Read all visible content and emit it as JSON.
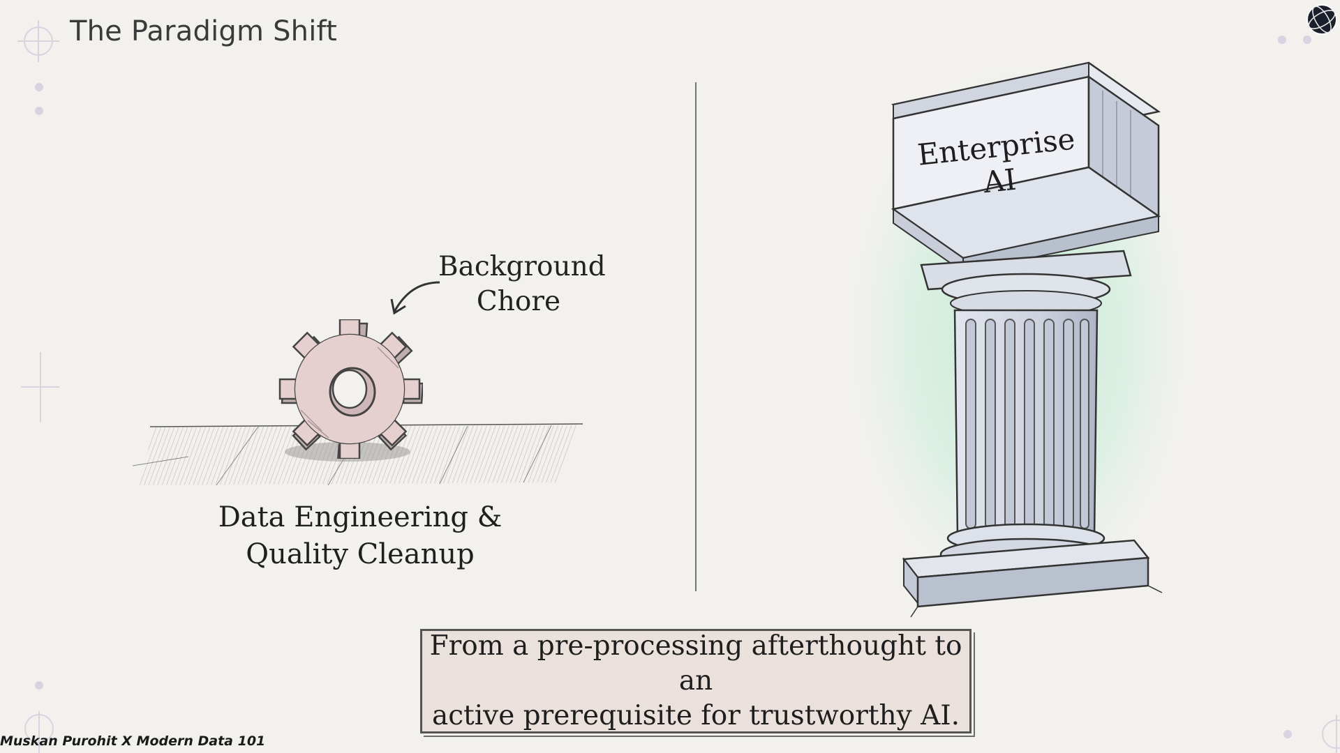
{
  "slide": {
    "title": "The Paradigm Shift"
  },
  "left_panel": {
    "callout_line1": "Background",
    "callout_line2": "Chore",
    "caption_line1": "Data Engineering &",
    "caption_line2": "Quality Cleanup",
    "gear_icon": "gear-icon",
    "gear_color": "#e6cfcf"
  },
  "right_panel": {
    "pillar_label": "Enterprise AI",
    "pillar_icon": "column-pillar-icon",
    "glow_color": "#bfe9d2"
  },
  "footer": {
    "quote_line1": "From a pre-processing afterthought to an",
    "quote_line2": "active prerequisite for trustworthy AI.",
    "credit": "Muskan Purohit X Modern Data 101",
    "logo_icon": "globe-logo-icon"
  }
}
